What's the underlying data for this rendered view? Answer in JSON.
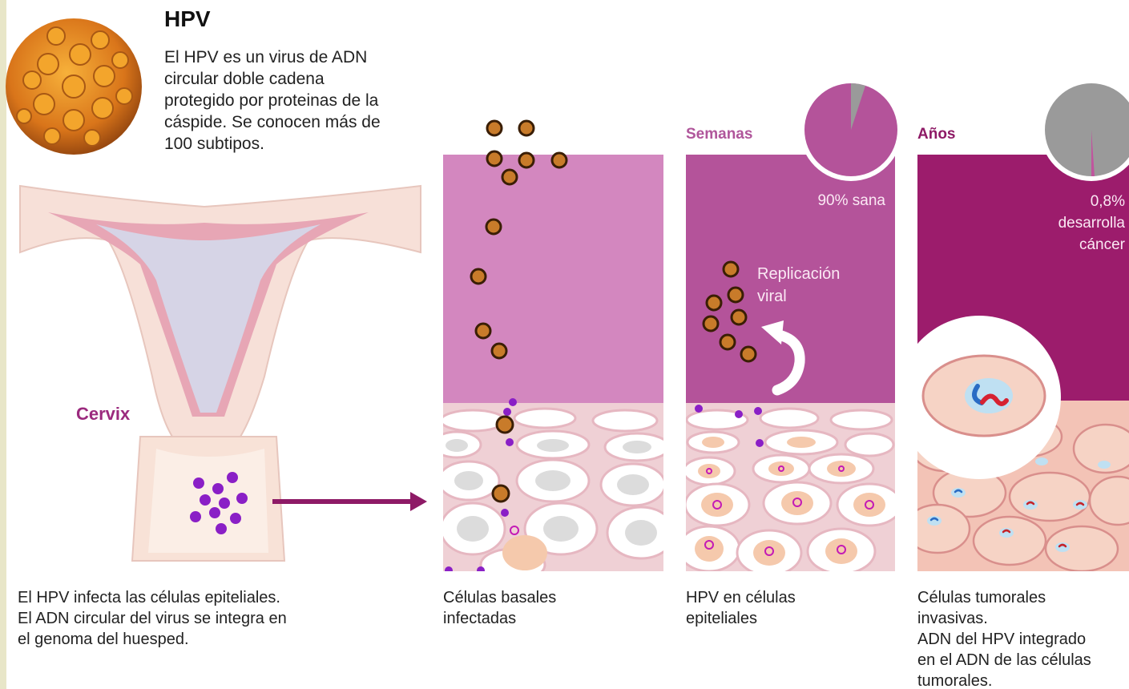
{
  "title": "HPV",
  "description": "El HPV es un virus de ADN\ncircular doble cadena\nprotegido por proteinas de la\ncáspide. Se conocen más de\n100 subtipos.",
  "cervix_label": "Cervix",
  "stages": {
    "weeks_label": "Semanas",
    "years_label": "Años"
  },
  "stats": {
    "healthy_label": "90% sana",
    "cancer_label": "0,8%\ndesarrolla\ncáncer",
    "healthy_fraction": 0.9,
    "cancer_fraction": 0.008
  },
  "replication_label": "Replicación\nviral",
  "captions": {
    "infection": "El HPV infecta las células epiteliales.\nEl ADN circular del virus se integra en\nel genoma del huesped.",
    "basal": "Células basales\ninfectadas",
    "epithelial": "HPV en células\nepiteliales",
    "tumoral": "Células tumorales\ninvasivas.\nADN del HPV integrado\nen el ADN de las células\ntumorales."
  },
  "colors": {
    "panel1_top": "#d387bf",
    "panel2_top": "#b4539a",
    "panel3_top": "#9c1c6c",
    "virus": "#c87b2a",
    "virus_dna": "#8a1fc6",
    "accent": "#9b2a7e"
  },
  "icons": [
    "hpv-virus-icon",
    "uterus-icon",
    "arrow-right-icon",
    "replication-arrow-icon",
    "pie-healthy-icon",
    "pie-cancer-icon"
  ]
}
